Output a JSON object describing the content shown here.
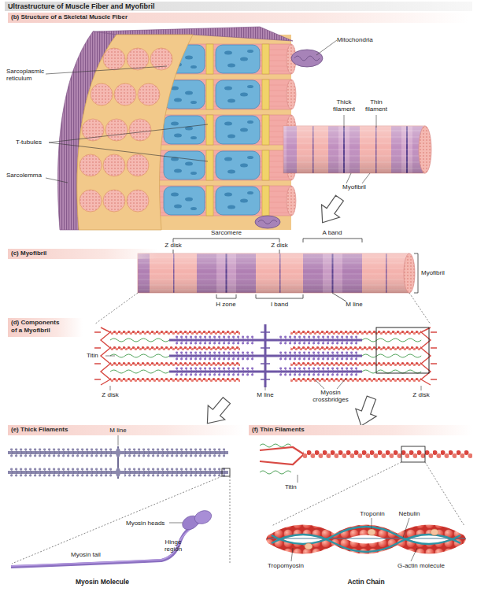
{
  "diagram": {
    "title": "Ultrastructure of Muscle Fiber and Myofibril",
    "nodes": [
      {
        "text": [
          "(b) Structure of a Skeletal Muscle Fiber"
        ]
      },
      {
        "text": [
          "(c) Myofibril"
        ]
      },
      {
        "text": [
          "(d) Components of a Myofibril"
        ]
      },
      {
        "text": [
          "(e) Thick Filaments"
        ]
      },
      {
        "text": [
          "(f) Thin Filaments"
        ]
      }
    ],
    "labels": [
      "Mitochondria",
      "Sarcoplasmic reticulum",
      "Thick filament",
      "Thin filament",
      "T-tubules",
      "Sarcolemma",
      "Myofibril",
      "Sarcomere",
      "Z disk",
      "Z disk",
      "A band",
      "Myofibril",
      "H zone",
      "I band",
      "M line",
      "Titin",
      "Z disk",
      "M line",
      "Myosin crossbridges",
      "Z disk",
      "M line",
      "Myosin heads",
      "Hinge region",
      "Myosin tail",
      "Myosin Molecule",
      "Titin",
      "Troponin",
      "Nebulin",
      "Tropomyosin",
      "G-actin molecule",
      "Actin Chain"
    ]
  }
}
